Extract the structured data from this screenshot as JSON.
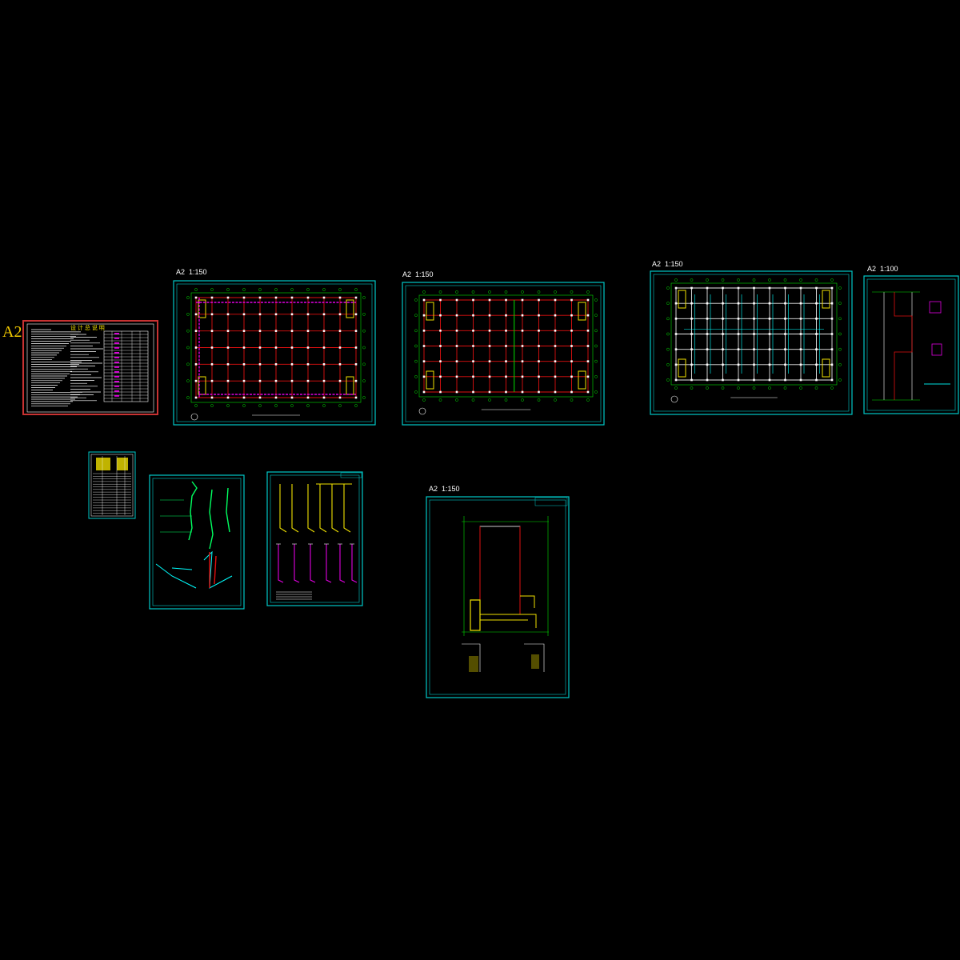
{
  "page": {
    "title_mark": "A2"
  },
  "sheets": {
    "cover": {
      "scale": "",
      "title": "设 计 总 说 明"
    },
    "plan_1": {
      "scale": "A2  1:150"
    },
    "plan_2": {
      "scale": "A2  1:150"
    },
    "plan_3": {
      "scale": "A2  1:150"
    },
    "detail": {
      "scale": "A2  1:100"
    },
    "site_plan": {
      "scale": "A2  1:150"
    },
    "table_small": {
      "scale": ""
    },
    "riser_1": {
      "scale": ""
    },
    "riser_2": {
      "scale": ""
    }
  },
  "colors": {
    "background": "#000000",
    "frame": "#00c8c8",
    "cover_frame": "#c83232",
    "axis": "#00e000",
    "grid_red": "#e01010",
    "pipe_magenta": "#e000e0",
    "pipe_yellow": "#f0e000",
    "pipe_cyan": "#00ffff",
    "text": "#ffffff"
  }
}
